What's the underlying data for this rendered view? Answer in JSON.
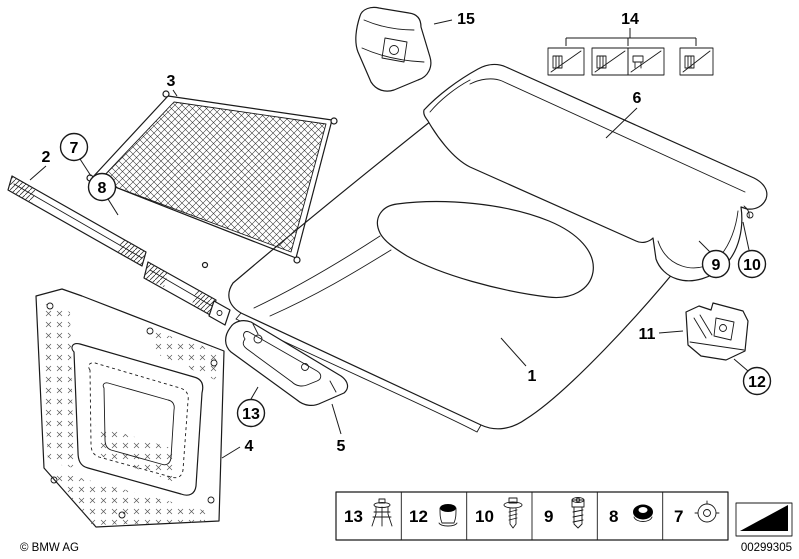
{
  "callouts": {
    "n1": "1",
    "n2": "2",
    "n3": "3",
    "n4": "4",
    "n5": "5",
    "n6": "6",
    "n7": "7",
    "n8": "8",
    "n9": "9",
    "n10": "10",
    "n11": "11",
    "n12": "12",
    "n13": "13",
    "n14": "14",
    "n15": "15"
  },
  "legend": {
    "items": [
      {
        "num": "13",
        "icon": "expanding-rivet-icon"
      },
      {
        "num": "12",
        "icon": "cap-nut-icon"
      },
      {
        "num": "10",
        "icon": "pan-head-screw-icon"
      },
      {
        "num": "9",
        "icon": "torx-screw-icon"
      },
      {
        "num": "8",
        "icon": "rubber-grommet-icon"
      },
      {
        "num": "7",
        "icon": "spring-clip-icon"
      }
    ]
  },
  "footer": {
    "copyright": "© BMW AG",
    "doc_number": "00299305",
    "marker_icon": "corner-flag-icon"
  }
}
